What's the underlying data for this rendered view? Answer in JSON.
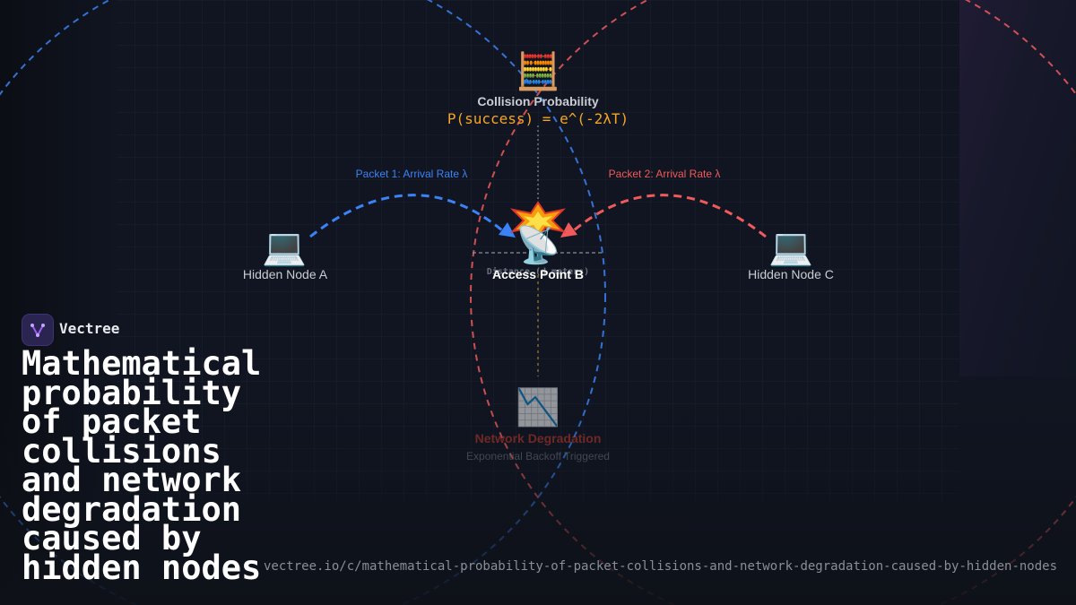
{
  "diagram": {
    "formula_title": "Collision Probability",
    "formula": "P(success) = e^(-2λT)",
    "packet1_label": "Packet 1: Arrival Rate λ",
    "packet2_label": "Packet 2: Arrival Rate λ",
    "node_a": "Hidden Node A",
    "node_b": "Access Point B",
    "node_c": "Hidden Node C",
    "distance_label": "Distance (d meters)",
    "degradation_title": "Network Degradation",
    "degradation_subtitle": "Exponential Backoff Triggered",
    "icons": {
      "abacus": "🧮",
      "laptop": "💻",
      "antenna": "📡",
      "collision": "💥",
      "chart_down": "📉"
    },
    "colors": {
      "blue": "#3b82f6",
      "red": "#f05a5a",
      "formula": "#f5a524",
      "brand_purple": "#9b5cf6"
    }
  },
  "brand": {
    "name": "Vectree",
    "title": "Mathematical probability of packet collisions and network degradation caused by hidden nodes",
    "url": "vectree.io/c/mathematical-probability-of-packet-collisions-and-network-degradation-caused-by-hidden-nodes"
  }
}
